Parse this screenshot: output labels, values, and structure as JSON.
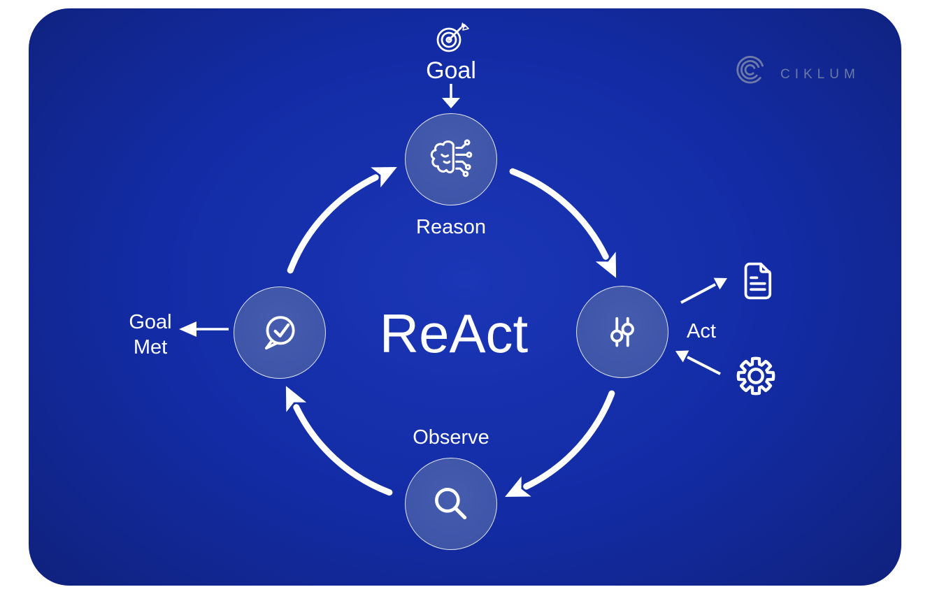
{
  "brand": {
    "name": "CIKLUM",
    "icon": "ciklum-arcs-icon",
    "color": "#6d79a6"
  },
  "title": "ReAct",
  "goal": {
    "label": "Goal",
    "icon": "target-icon"
  },
  "cycle": {
    "direction": "clockwise",
    "nodes": [
      {
        "id": "reason",
        "label": "Reason",
        "icon": "brain-circuit-icon",
        "position": "top"
      },
      {
        "id": "act",
        "label": "Act",
        "icon": "sliders-icon",
        "position": "right"
      },
      {
        "id": "observe",
        "label": "Observe",
        "icon": "magnifier-icon",
        "position": "bottom"
      },
      {
        "id": "goal-check",
        "label": "",
        "icon": "chat-check-icon",
        "position": "left"
      }
    ]
  },
  "outcome": {
    "line1": "Goal",
    "line2": "Met"
  },
  "act_links": [
    {
      "icon": "document-icon",
      "direction": "output"
    },
    {
      "icon": "gear-icon",
      "direction": "input"
    }
  ],
  "colors": {
    "canvas_center": "#1b36b6",
    "canvas_edge": "#141d68",
    "node_fill": "#3c53a8",
    "stroke": "#ffffff",
    "brand": "#6d79a6",
    "page_background": "#ffffff"
  }
}
